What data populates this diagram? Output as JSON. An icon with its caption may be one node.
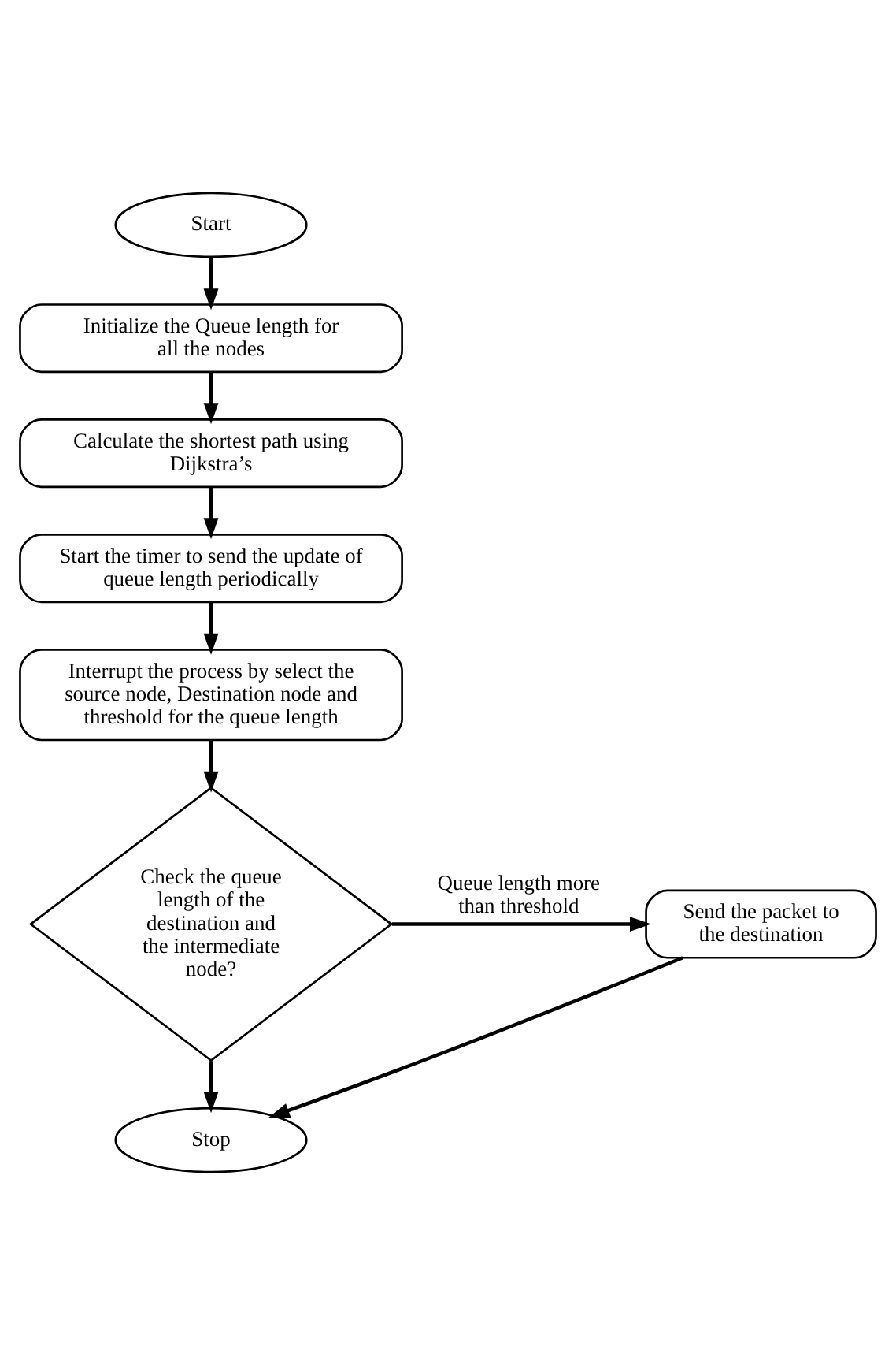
{
  "diagram": {
    "nodes": [
      {
        "text": [
          "Start"
        ]
      },
      {
        "text": [
          "Initialize the Queue length for all the nodes"
        ]
      },
      {
        "text": [
          "Calculate the shortest path using Dijkstra’s"
        ]
      },
      {
        "text": [
          "Start the timer to send the update of queue length periodically"
        ]
      },
      {
        "text": [
          "Interrupt the process by select the source node, Destination node and threshold for the queue length"
        ]
      },
      {
        "text": [
          "Check the queue length of the destination and the intermediate node?"
        ]
      },
      {
        "text": [
          "Send the packet to the destination"
        ]
      },
      {
        "text": [
          "Stop"
        ]
      }
    ],
    "edges": [
      {
        "from": 0,
        "to": 1,
        "arrow": "to"
      },
      {
        "from": 1,
        "to": 2,
        "arrow": "to"
      },
      {
        "from": 2,
        "to": 3,
        "arrow": "to"
      },
      {
        "from": 3,
        "to": 4,
        "arrow": "to"
      },
      {
        "from": 4,
        "to": 5,
        "arrow": "to"
      },
      {
        "from": 5,
        "to": 6,
        "arrow": "to",
        "label": "Queue length more than threshold"
      },
      {
        "from": 5,
        "to": 7,
        "arrow": "to"
      },
      {
        "from": 6,
        "to": 7,
        "arrow": "to"
      }
    ]
  }
}
